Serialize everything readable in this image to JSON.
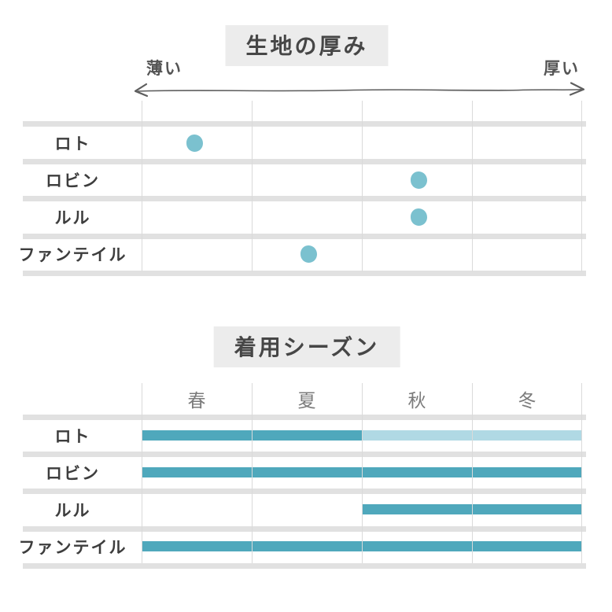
{
  "colors": {
    "teal": "#4fa8bc",
    "teal_light": "#b0d9e4",
    "dot": "#7bc1cf",
    "band_gray": "#e1e1e1",
    "gridline": "#dadada",
    "title_bg": "#ececec",
    "title_text": "#464646",
    "label_text": "#3d3d3d",
    "header_text": "#7b7b7b",
    "arrow": "#5e5e5e"
  },
  "chart_data": [
    {
      "type": "scatter",
      "title": "生地の厚み",
      "axis": {
        "left_label": "薄い",
        "right_label": "厚い",
        "range": [
          0,
          1
        ],
        "columns": 4,
        "grid": true
      },
      "rows": [
        {
          "label": "ロト",
          "position": 0.12
        },
        {
          "label": "ロビン",
          "position": 0.63
        },
        {
          "label": "ルル",
          "position": 0.63
        },
        {
          "label": "ファンテイル",
          "position": 0.38
        }
      ]
    },
    {
      "type": "bar",
      "title": "着用シーズン",
      "categories": [
        "春",
        "夏",
        "秋",
        "冬"
      ],
      "axis": {
        "range": [
          0,
          1
        ],
        "grid": true
      },
      "rows": [
        {
          "label": "ロト",
          "segments": [
            {
              "from": 0,
              "to": 0.5,
              "style": "solid"
            },
            {
              "from": 0.5,
              "to": 1,
              "style": "light"
            }
          ]
        },
        {
          "label": "ロビン",
          "segments": [
            {
              "from": 0,
              "to": 1,
              "style": "solid"
            }
          ]
        },
        {
          "label": "ルル",
          "segments": [
            {
              "from": 0.5,
              "to": 1,
              "style": "solid"
            }
          ]
        },
        {
          "label": "ファンテイル",
          "segments": [
            {
              "from": 0,
              "to": 1,
              "style": "solid"
            }
          ]
        }
      ]
    }
  ]
}
